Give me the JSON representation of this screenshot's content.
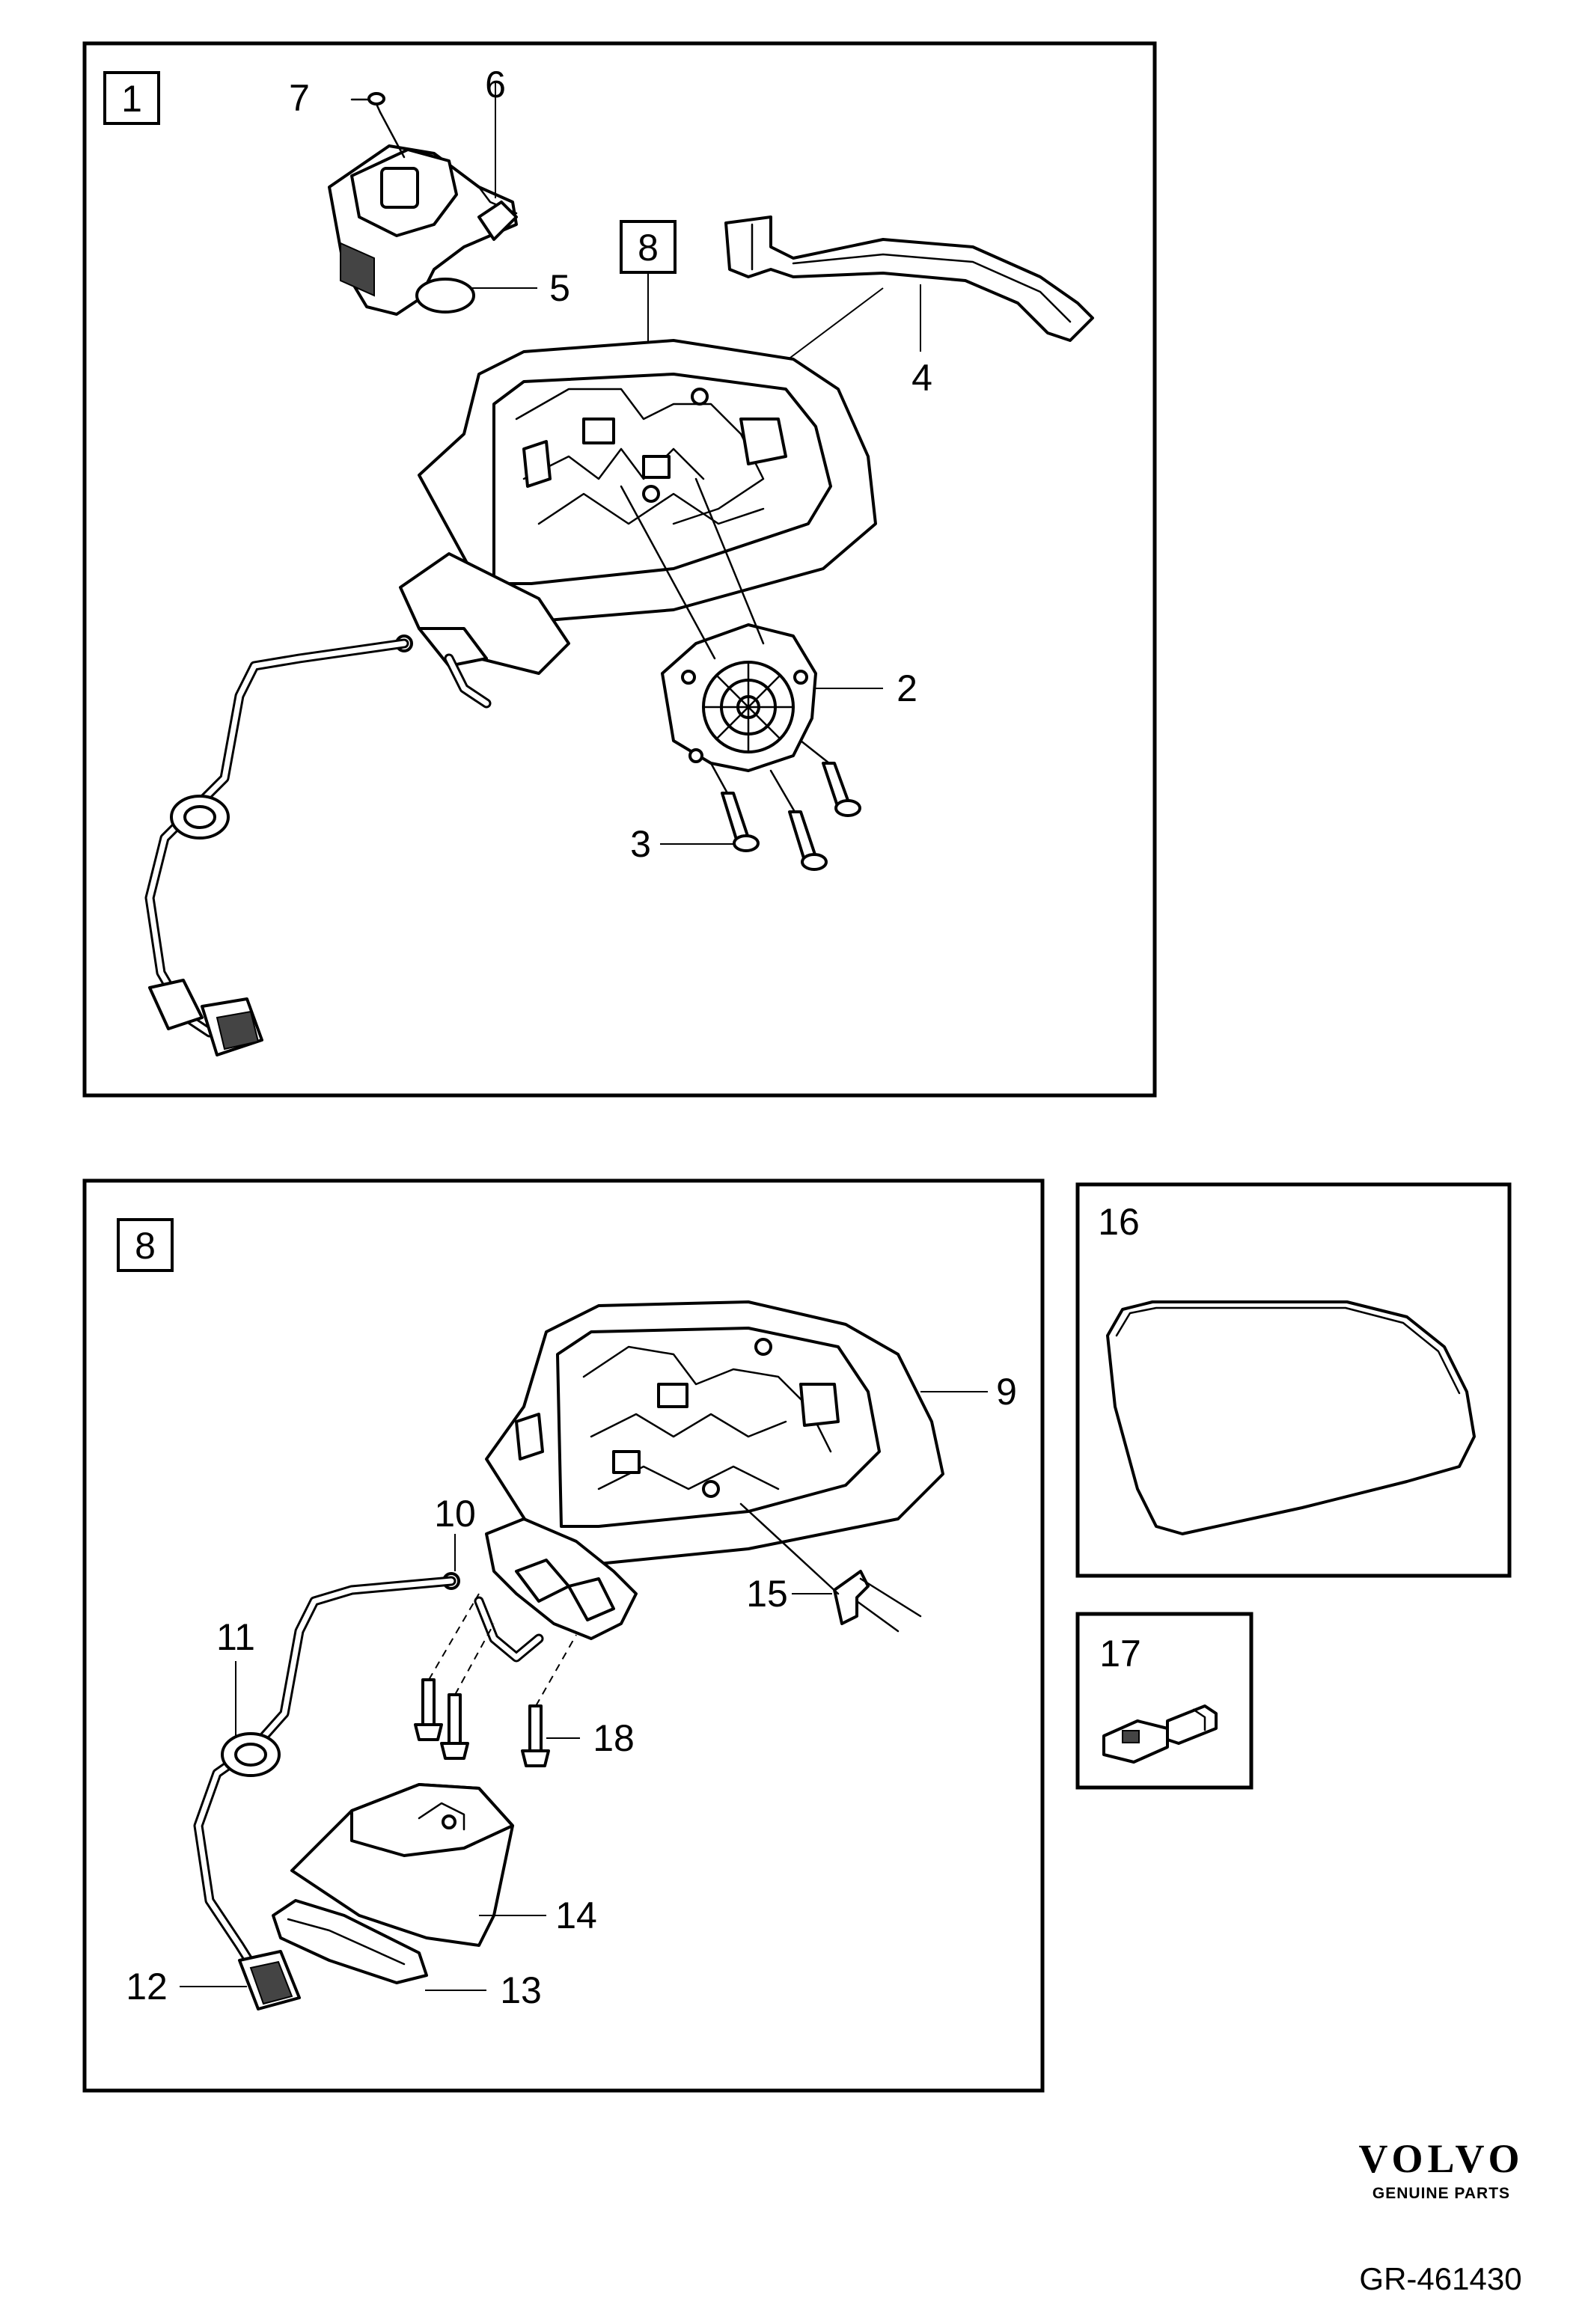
{
  "groups": [
    {
      "id": "1",
      "label": "1"
    },
    {
      "id": "8",
      "label": "8"
    }
  ],
  "parts": [
    {
      "number": "1"
    },
    {
      "number": "2"
    },
    {
      "number": "3"
    },
    {
      "number": "4"
    },
    {
      "number": "5"
    },
    {
      "number": "6"
    },
    {
      "number": "7"
    },
    {
      "number": "8"
    },
    {
      "number": "9"
    },
    {
      "number": "10"
    },
    {
      "number": "11"
    },
    {
      "number": "12"
    },
    {
      "number": "13"
    },
    {
      "number": "14"
    },
    {
      "number": "15"
    },
    {
      "number": "16"
    },
    {
      "number": "17"
    },
    {
      "number": "18"
    }
  ],
  "brand": {
    "logo_text": "VOLVO",
    "tagline": "GENUINE PARTS"
  },
  "diagram_ref": "GR-461430"
}
